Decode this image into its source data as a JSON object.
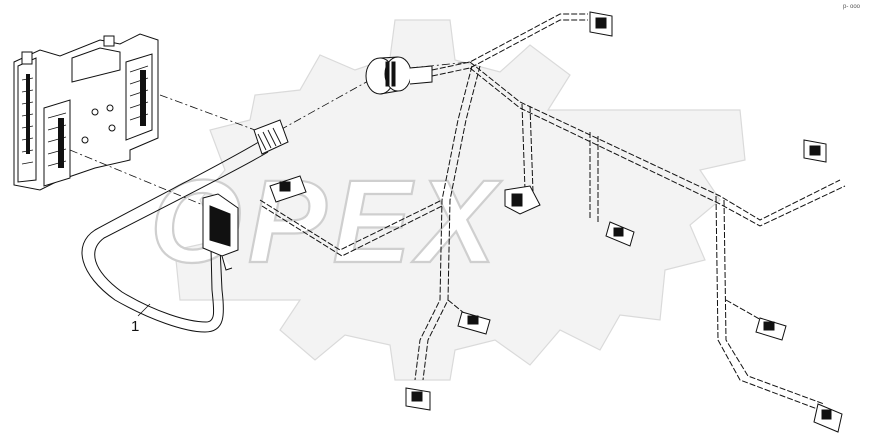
{
  "diagram": {
    "callout_label": "1",
    "watermark": "OPEX",
    "corner_code": "p- ooo"
  },
  "colors": {
    "line": "#111111",
    "watermark_fill": "#f2f2f2",
    "watermark_stroke": "#d9d9d9",
    "background": "#ffffff"
  }
}
